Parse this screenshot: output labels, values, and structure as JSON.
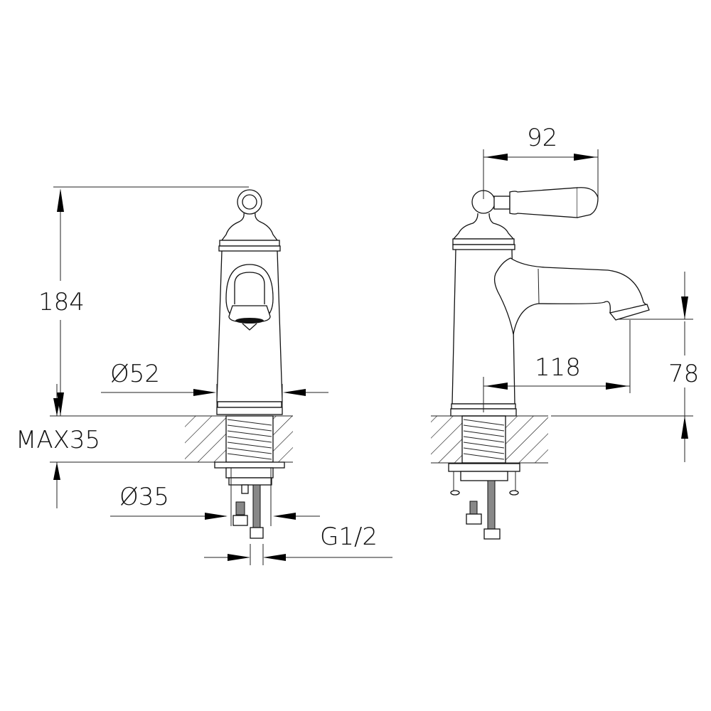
{
  "drawing": {
    "title": "Basin mixer technical drawing",
    "views": [
      "front-view",
      "side-view"
    ],
    "dimensions": {
      "height_total": "184",
      "body_diameter": "Ø52",
      "deck_thickness": "MAX35",
      "hole_diameter": "Ø35",
      "connection_thread": "G1/2",
      "handle_reach": "92",
      "spout_reach": "118",
      "spout_height": "78"
    },
    "units": "mm",
    "colors": {
      "line": "#111111",
      "background": "#ffffff"
    }
  }
}
